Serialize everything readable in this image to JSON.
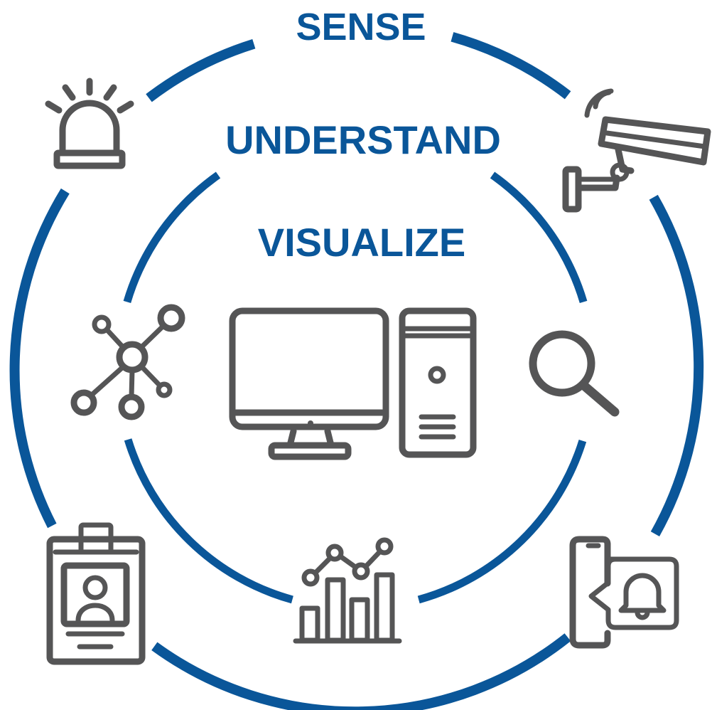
{
  "labels": {
    "sense": "SENSE",
    "understand": "UNDERSTAND",
    "visualize": "VISUALIZE"
  },
  "colors": {
    "ring": "#0a5699",
    "label": "#0a5699",
    "icon": "#555556",
    "background": "#ffffff"
  },
  "icons": [
    "alarm-siren-icon",
    "security-camera-icon",
    "network-hub-icon",
    "magnifier-icon",
    "desktop-computer-icon",
    "id-badge-icon",
    "bar-line-chart-icon",
    "phone-notification-icon"
  ]
}
